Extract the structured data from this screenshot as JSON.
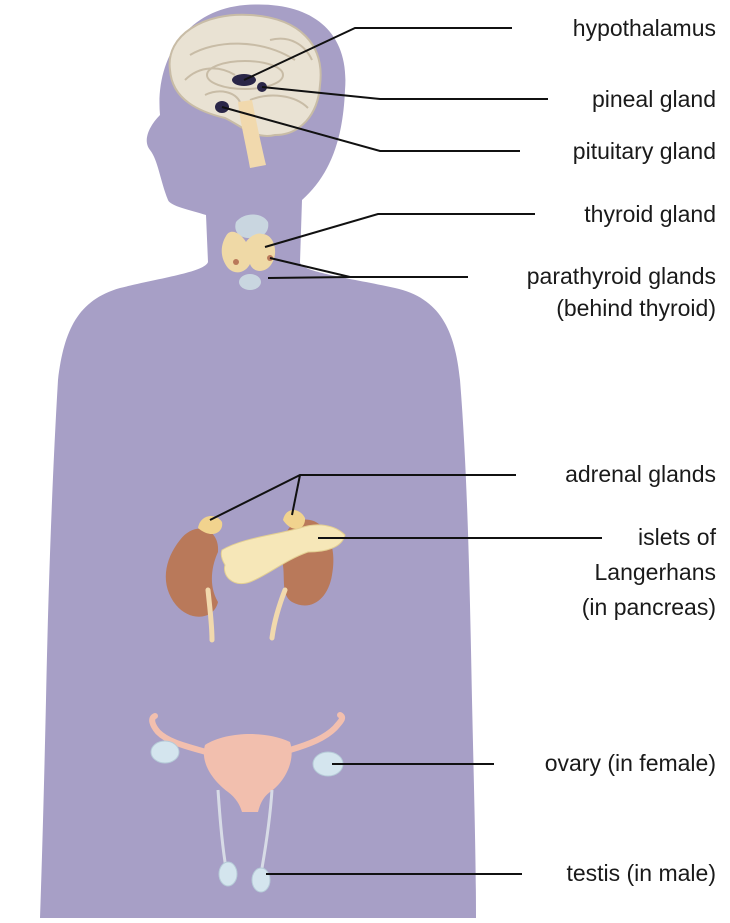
{
  "colors": {
    "body": "#a79fc6",
    "brain": "#e9e2d3",
    "brain_fold": "#c8bca6",
    "spine": "#f1d9ad",
    "gland": "#2a2648",
    "thyroid": "#c9d6e0",
    "parathyroid": "#efd9a6",
    "kidney": "#b9795a",
    "adrenal": "#f1d38e",
    "pancreas": "#f6e7b8",
    "uterus": "#f2bfae",
    "ovary": "#d4e5ee",
    "line": "#111111"
  },
  "labels": {
    "hypothalamus": "hypothalamus",
    "pineal": "pineal gland",
    "pituitary": "pituitary gland",
    "thyroid": "thyroid gland",
    "parathyroid_1": "parathyroid glands",
    "parathyroid_2": "(behind thyroid)",
    "adrenal": "adrenal glands",
    "islets_1": "islets of",
    "islets_2": "Langerhans",
    "islets_3": "(in pancreas)",
    "ovary": "ovary (in female)",
    "testis": "testis (in male)"
  }
}
